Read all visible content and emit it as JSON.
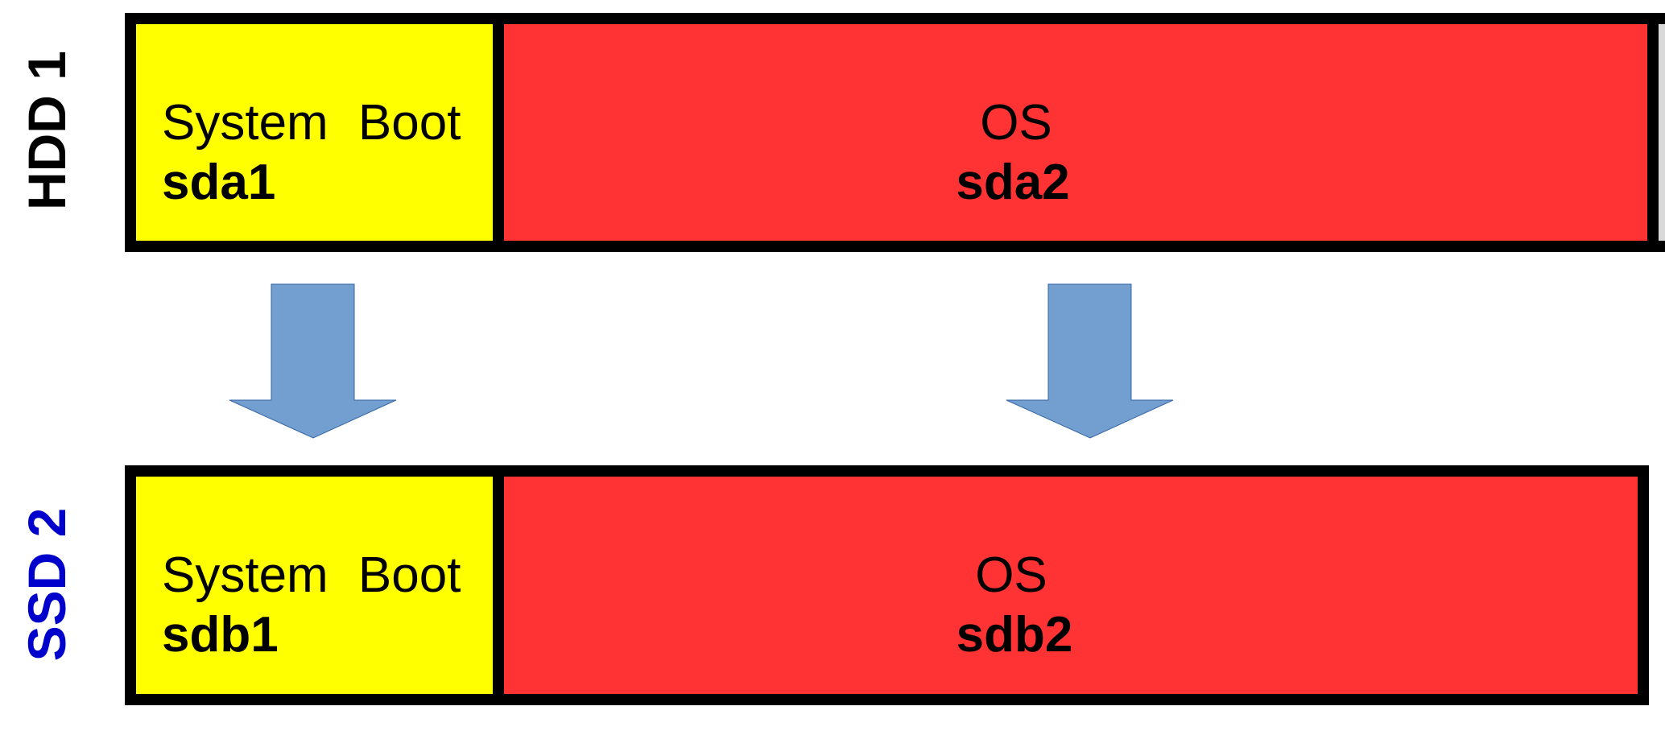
{
  "colors": {
    "boot_partition": "#ffff00",
    "os_partition": "#ff3333",
    "unallocated": "#d9d9d9",
    "outline": "#000000",
    "hdd_label": "#000000",
    "ssd_label": "#0000cc",
    "arrow_fill": "#729fcf",
    "arrow_stroke": "#3465a4"
  },
  "disks": {
    "hdd": {
      "label": "HDD 1",
      "partitions": [
        {
          "name": "System  Boot",
          "device": "sda1",
          "role": "boot"
        },
        {
          "name": "OS",
          "device": "sda2",
          "role": "os"
        }
      ]
    },
    "ssd": {
      "label": "SSD 2",
      "partitions": [
        {
          "name": "System  Boot",
          "device": "sdb1",
          "role": "boot"
        },
        {
          "name": "OS",
          "device": "sdb2",
          "role": "os"
        }
      ]
    }
  },
  "arrows": [
    {
      "from": "sda1",
      "to": "sdb1",
      "icon": "down-arrow-icon"
    },
    {
      "from": "sda2",
      "to": "sdb2",
      "icon": "down-arrow-icon"
    }
  ]
}
